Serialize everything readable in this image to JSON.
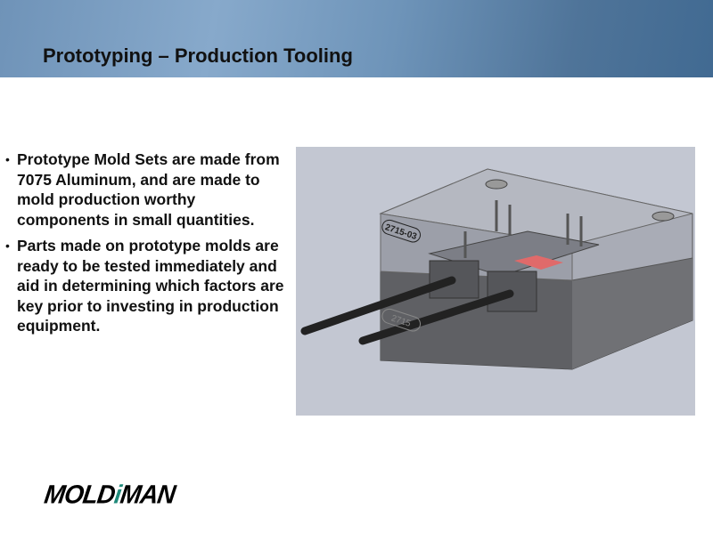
{
  "slide": {
    "title": "Prototyping – Production Tooling",
    "bullets": [
      {
        "marker": "•",
        "text": "Prototype Mold Sets are made from 7075 Aluminum, and are made to mold production worthy components in small quantities."
      },
      {
        "marker": "•",
        "text": "Parts made on prototype molds are ready to be tested immediately and aid in determining which factors are key prior to investing in production equipment."
      }
    ],
    "figure": {
      "labels": [
        "2715-03",
        "2715"
      ]
    },
    "logo": {
      "left": "MOLD",
      "right": "MAN"
    }
  }
}
